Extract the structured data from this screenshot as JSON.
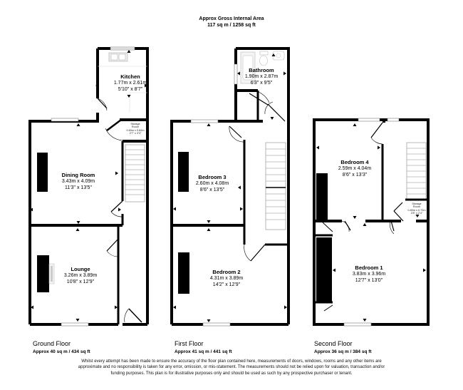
{
  "header": {
    "title": "Approx Gross Internal Area",
    "area": "117 sq m / 1258 sq ft"
  },
  "floors": [
    {
      "name": "Ground Floor",
      "area": "Approx 40 sq m / 434 sq ft",
      "rooms": [
        {
          "name": "Kitchen",
          "metric": "1.77m x 2.61m",
          "imperial": "5'10\" x 8'7\""
        },
        {
          "name": "Storage Room",
          "line1": "Storage",
          "line2": "Room",
          "metric": "0.69m x 0.82m",
          "imperial": "2'7\" x 3'3\""
        },
        {
          "name": "Dining Room",
          "metric": "3.43m x 4.09m",
          "imperial": "11'3\" x 13'5\""
        },
        {
          "name": "Lounge",
          "metric": "3.26m x 3.89m",
          "imperial": "10'8\" x 12'9\""
        }
      ]
    },
    {
      "name": "First Floor",
      "area": "Approx 41 sq m / 441 sq ft",
      "rooms": [
        {
          "name": "Bathroom",
          "metric": "1.90m x 2.87m",
          "imperial": "6'3\" x 9'5\""
        },
        {
          "name": "Bedroom 3",
          "metric": "2.60m x 4.08m",
          "imperial": "8'6\" x 13'5\""
        },
        {
          "name": "Bedroom 2",
          "metric": "4.31m x 3.89m",
          "imperial": "14'2\" x 12'9\""
        }
      ]
    },
    {
      "name": "Second Floor",
      "area": "Approx 36 sq m / 384 sq ft",
      "rooms": [
        {
          "name": "Bedroom 4",
          "metric": "2.59m x 4.04m",
          "imperial": "8'6\" x 13'3\""
        },
        {
          "name": "Storage Room",
          "line1": "Storage",
          "line2": "Room",
          "metric": "0.80m x 0.72m",
          "imperial": "2'8\" x 2'4\""
        },
        {
          "name": "Bedroom 1",
          "metric": "3.83m x 3.96m",
          "imperial": "12'7\" x 13'0\""
        }
      ]
    }
  ],
  "disclaimer": "Whilst every attempt has been made to ensure the accuracy of the floor plan contained here, measurements of doors, windows, rooms and any other items are approximate and no responsibility is taken for any error, omission, or mis-statement. The measurements should not be relied upon for valuation, transaction and/or funding purposes. This plan is for illustrative purposes only and should be used as such by any prospective purchaser or tenant."
}
